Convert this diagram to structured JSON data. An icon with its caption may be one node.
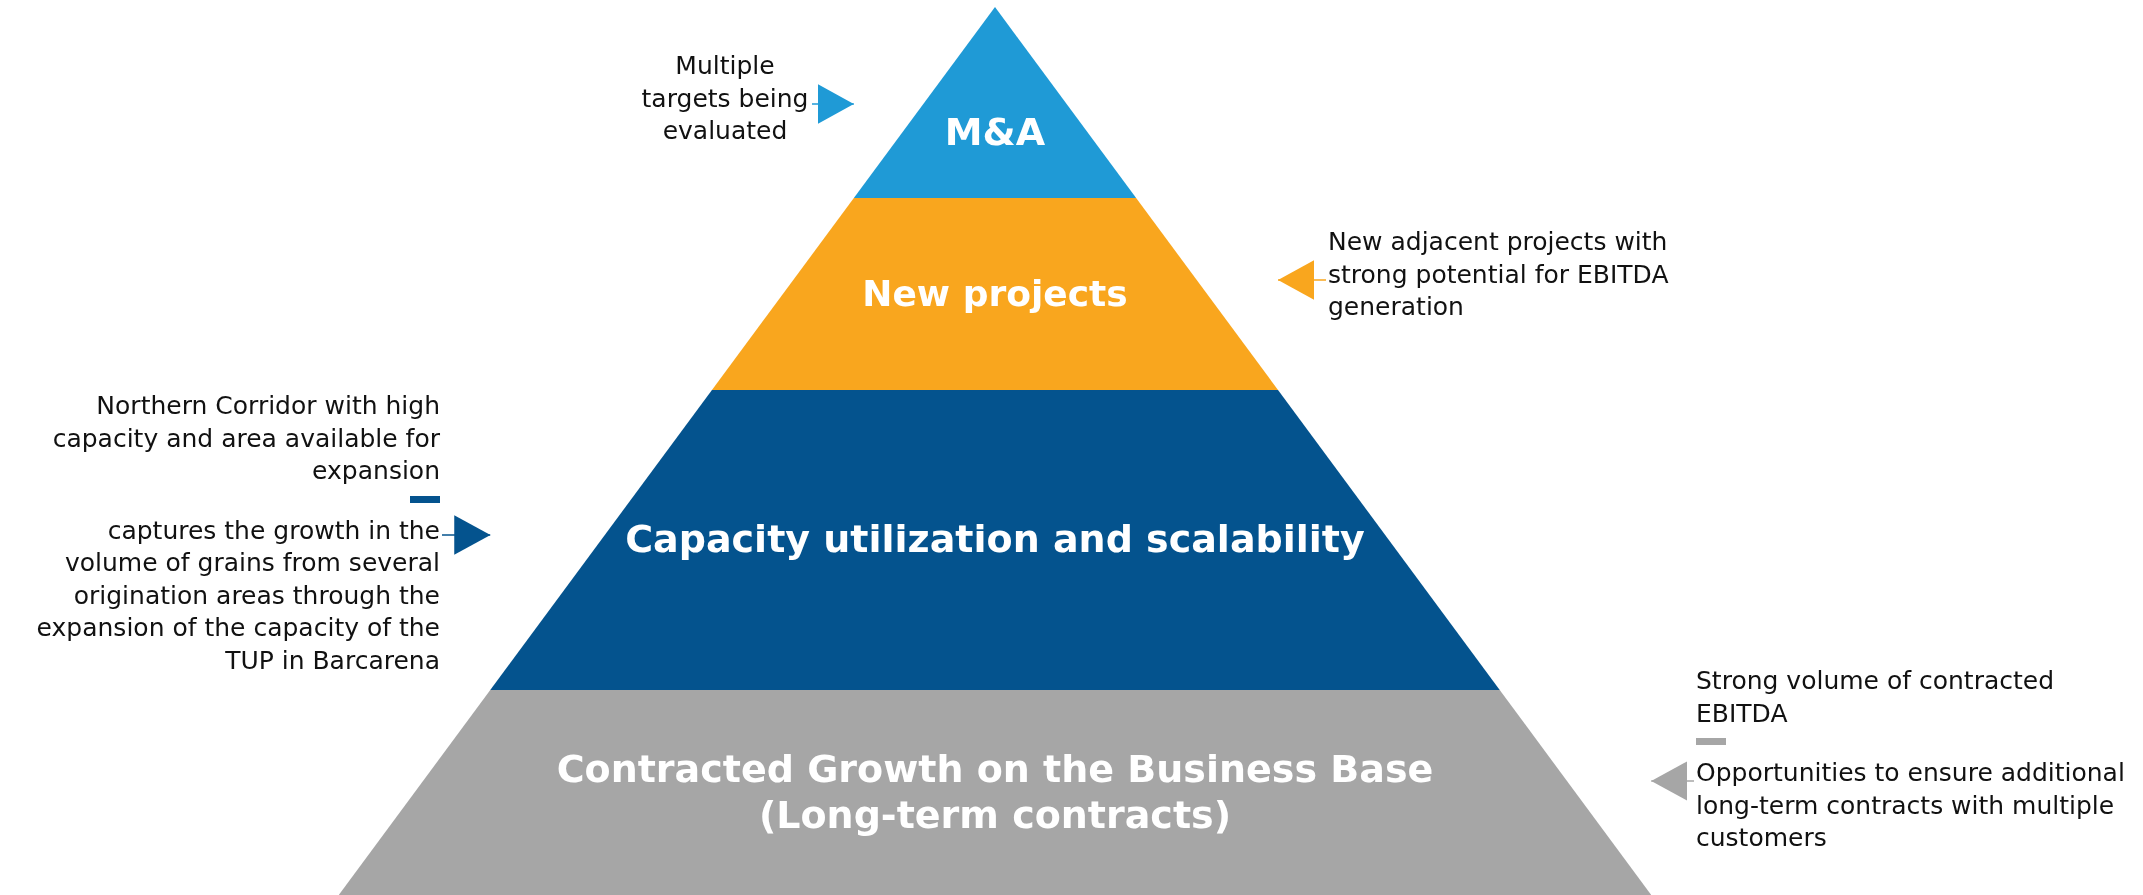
{
  "diagram": {
    "nodes": [
      {
        "text": [
          "M&A"
        ]
      },
      {
        "text": [
          "New projects"
        ]
      },
      {
        "text": [
          "Capacity utilization and scalability"
        ]
      },
      {
        "text": [
          "Contracted Growth on the Business Base (Long-term contracts)"
        ]
      },
      {
        "text": [
          "Multiple targets being evaluated"
        ]
      },
      {
        "text": [
          "New adjacent projects with strong potential for EBITDA generation"
        ]
      },
      {
        "text": [
          "Northern Corridor with high capacity and area available for expansion",
          "captures the growth in the volume of grains from several origination areas through the expansion of the capacity of the TUP in Barcarena"
        ]
      },
      {
        "text": [
          "Strong volume of contracted EBITDA",
          "Opportunities to ensure additional long-term contracts with multiple customers"
        ]
      }
    ],
    "edges": [
      {
        "from": 4,
        "to": 0,
        "arrow": "to",
        "color": "#1f9ad6"
      },
      {
        "from": 5,
        "to": 1,
        "arrow": "to",
        "color": "#f9a61e"
      },
      {
        "from": 6,
        "to": 2,
        "arrow": "to",
        "color": "#04538e"
      },
      {
        "from": 7,
        "to": 3,
        "arrow": "to",
        "color": "#a6a6a6"
      }
    ]
  }
}
